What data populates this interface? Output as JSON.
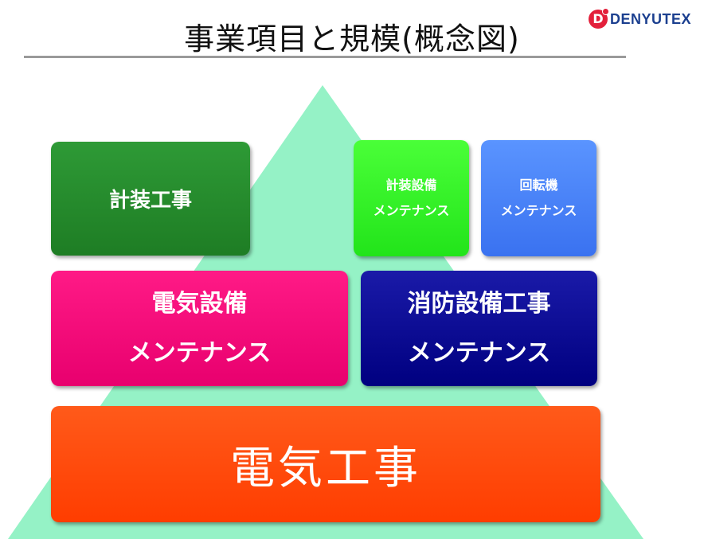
{
  "header": {
    "title": "事業項目と規模(概念図)",
    "logo_text": "DENYUTEX",
    "logo_mark": "D"
  },
  "diagram": {
    "background_shape": "pyramid",
    "colors": {
      "pyramid": "#95f2c6",
      "keiso_koji": "#1e8a26",
      "keiso_mainte": "#33f021",
      "kaitenki_mainte": "#4682f8",
      "denki_mainte": "#f7007a",
      "shobo_mainte": "#06068e",
      "denki_koji": "#ff4400"
    },
    "boxes": {
      "keiso_koji": {
        "line1": "計装工事"
      },
      "keiso_mainte": {
        "line1": "計装設備",
        "line2": "メンテナンス"
      },
      "kaitenki_mainte": {
        "line1": "回転機",
        "line2": "メンテナンス"
      },
      "denki_mainte": {
        "line1": "電気設備",
        "line2": "メンテナンス"
      },
      "shobo_mainte": {
        "line1": "消防設備工事",
        "line2": "メンテナンス"
      },
      "denki_koji": {
        "line1": "電気工事"
      }
    }
  }
}
